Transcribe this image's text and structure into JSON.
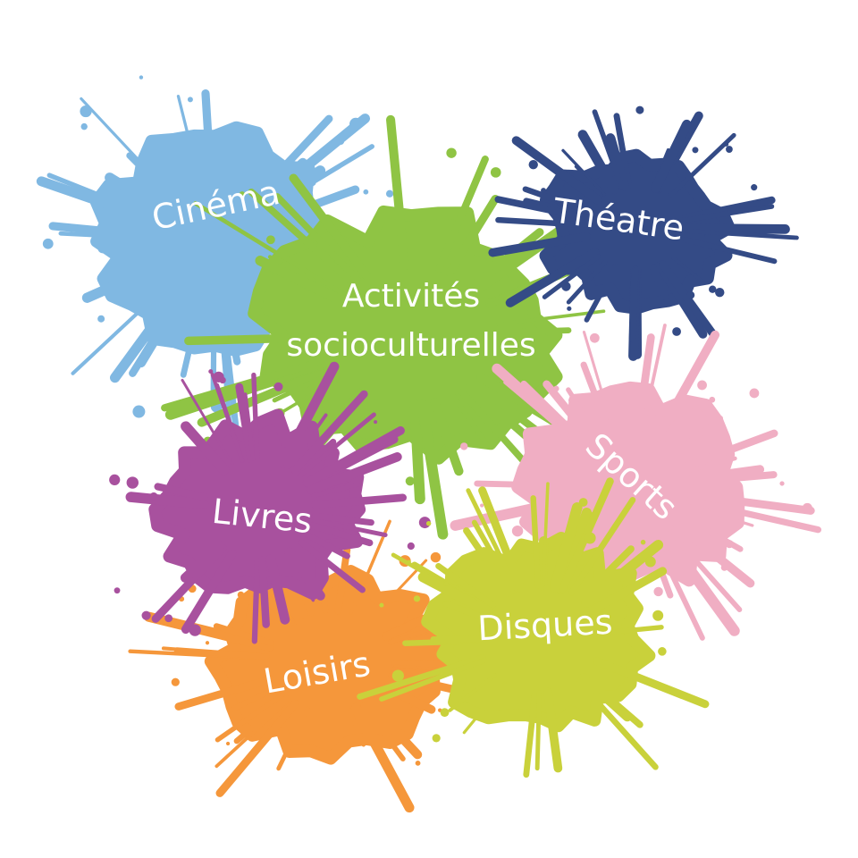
{
  "splashes": {
    "cinema": {
      "label": "Cinéma",
      "color": "#80b8e2"
    },
    "activites": {
      "line1": "Activités",
      "line2": "socioculturelles",
      "color": "#8fc444"
    },
    "theatre": {
      "label": "Théatre",
      "color": "#344b86"
    },
    "sports": {
      "label": "Sports",
      "color": "#f0aec3"
    },
    "loisirs": {
      "label": "Loisirs",
      "color": "#f5973b"
    },
    "livres": {
      "label": "Livres",
      "color": "#a8519e"
    },
    "disques": {
      "label": "Disques",
      "color": "#c9d13b"
    }
  }
}
